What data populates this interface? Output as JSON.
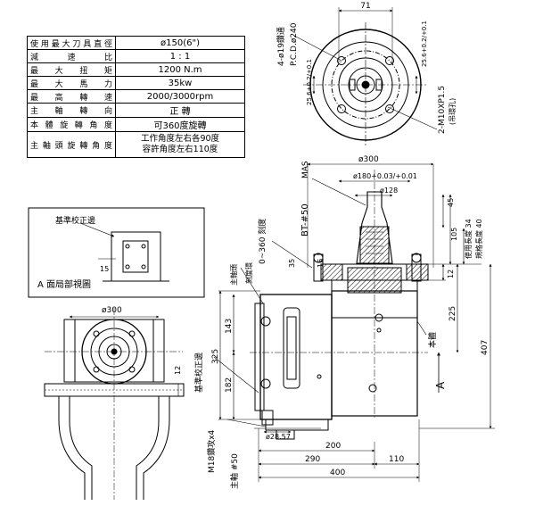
{
  "spec_table": {
    "rows": [
      {
        "label": "使用最大刀具直徑",
        "value": "ø150(6\")"
      },
      {
        "label": "減 速 比",
        "value": "1 : 1"
      },
      {
        "label": "最 大 扭 矩",
        "value": "1200 N.m"
      },
      {
        "label": "最 大 馬 力",
        "value": "35kw"
      },
      {
        "label": "最 高 轉 速",
        "value": "2000/3000rpm"
      },
      {
        "label": "主 軸 轉 向",
        "value": "正 轉"
      },
      {
        "label": "本體旋轉角度",
        "value": "可360度旋轉"
      },
      {
        "label": "主軸頭旋轉角度",
        "value_line1": "工作角度左右各90度",
        "value_line2": "容許角度左右110度"
      }
    ]
  },
  "top_view": {
    "dim_width": "71",
    "bolt_circle": "4-ø19鑽通",
    "pcd": "P.C.D.ø240",
    "dim_left": "25.6+0.2/+0.1",
    "dim_right": "25.6+0.2/+0.1",
    "tap": "2-M10XP1.5",
    "tap_note": "(吊環孔)"
  },
  "detail_view": {
    "ref_label": "基準校正邊",
    "dim": "15",
    "caption": "A 面局部視圖"
  },
  "side_view": {
    "dim_300": "ø300",
    "mas": "MAS",
    "dim_180": "ø180+0.03/+0.01",
    "dim_128": "ø128",
    "bt": "BT-#50",
    "angle": "0~360 刻度",
    "scale": "刻度環",
    "spindle": "主軸頭",
    "dim_35": "35",
    "dim_16": "16",
    "dim_45": "45",
    "dim_105": "105",
    "use_len": "使用長度 34",
    "std_len": "規格長度 40",
    "dim_12_right": "12",
    "dim_225": "225",
    "body": "本體",
    "dim_407": "407",
    "dim_143": "143",
    "dim_325": "325",
    "dim_182": "182",
    "ref_edge": "基準校正邊",
    "bolts": "M18鑽攻x4",
    "spindle50": "主軸 #50",
    "dim_28": "ø28.57",
    "dim_200": "200",
    "dim_290": "290",
    "dim_110": "110",
    "dim_400": "400",
    "view_a": "A"
  },
  "front_view": {
    "dim_300": "ø300",
    "dim_12": "12"
  }
}
